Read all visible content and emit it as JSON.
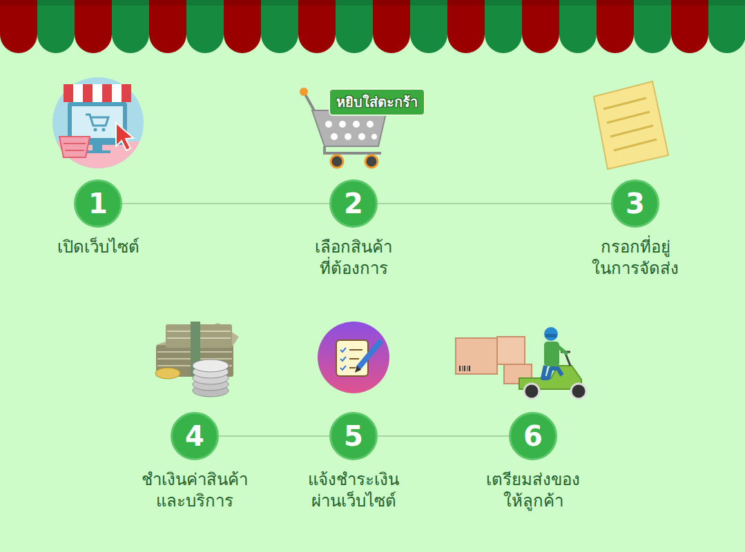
{
  "diagram": {
    "nodes": [
      {
        "text": [
          "1",
          "เปิดเว็บไซต์"
        ]
      },
      {
        "text": [
          "2",
          "เลือกสินค้า ที่ต้องการ"
        ]
      },
      {
        "text": [
          "3",
          "กรอกที่อยู่ ในการจัดส่ง"
        ]
      },
      {
        "text": [
          "4",
          "ชำเงินค่าสินค้า และบริการ"
        ]
      },
      {
        "text": [
          "5",
          "แจ้งชำระเงิน ผ่านเว็บไซต์"
        ]
      },
      {
        "text": [
          "6",
          "เตรียมส่งของ ให้ลูกค้า"
        ]
      }
    ],
    "edges": [
      {
        "from": 0,
        "to": 1,
        "arrow": "none"
      },
      {
        "from": 1,
        "to": 2,
        "arrow": "none"
      },
      {
        "from": 3,
        "to": 4,
        "arrow": "none"
      },
      {
        "from": 4,
        "to": 5,
        "arrow": "none"
      }
    ],
    "labels": [
      "หยิบใส่ตะกร้า"
    ]
  }
}
